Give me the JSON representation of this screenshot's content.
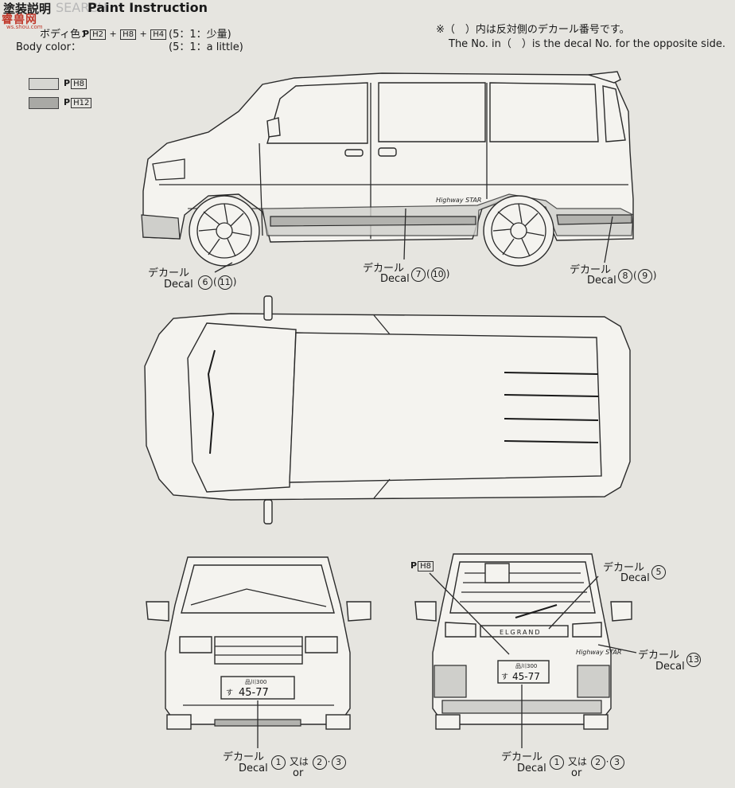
{
  "header": {
    "title_jp": "塗装説明",
    "title_en": "Paint Instruction",
    "watermark_site": "睿兽网",
    "watermark_url": "ws.shou.com",
    "watermark_search": "SEARCH"
  },
  "body_color": {
    "label_jp": "ボディ色：",
    "label_en": "Body color：",
    "codes": [
      "H2",
      "H8",
      "H4"
    ],
    "ratio_jp": "(5：1：少量)",
    "ratio_en": "(5：1：a little)"
  },
  "note": {
    "jp": "※（　）内は反対側のデカール番号です。",
    "en": "The No. in（　）is the decal No. for the opposite side."
  },
  "legend": [
    {
      "code": "H8",
      "color": "#d6d6d2"
    },
    {
      "code": "H12",
      "color": "#a9a9a5"
    }
  ],
  "decals": {
    "front_door": {
      "jp": "デカール",
      "en": "Decal",
      "no": "6",
      "opp": "11"
    },
    "side": {
      "jp": "デカール",
      "en": "Decal",
      "no": "7",
      "opp": "10"
    },
    "rear_side": {
      "jp": "デカール",
      "en": "Decal",
      "no": "8",
      "opp": "9"
    },
    "tailgate": {
      "jp": "デカール",
      "en": "Decal",
      "no": "5"
    },
    "rear_badge": {
      "jp": "デカール",
      "en": "Decal",
      "no": "13"
    },
    "front_plate": {
      "jp": "デカール",
      "en": "Decal",
      "no": "1",
      "or_jp": "又は",
      "or_en": "or",
      "alt1": "2",
      "alt2": "3",
      "sep": "·"
    },
    "rear_plate": {
      "jp": "デカール",
      "en": "Decal",
      "no": "1",
      "or_jp": "又は",
      "or_en": "or",
      "alt1": "2",
      "alt2": "3",
      "sep": "·"
    }
  },
  "rear_paint_code": "H8",
  "plate": {
    "top": "品川300",
    "kana": "す",
    "num": "45-77"
  },
  "badges": {
    "side_model": "Highway STAR",
    "rear_name": "ELGRAND"
  }
}
